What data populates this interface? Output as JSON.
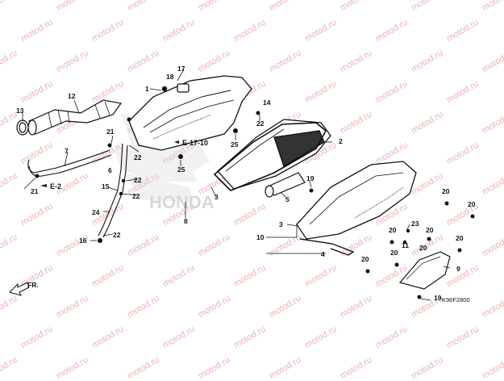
{
  "watermark": "motod.ru",
  "brand_watermark": "HONDA",
  "part_labels": [
    "1",
    "2",
    "3",
    "3",
    "4",
    "5",
    "6",
    "7",
    "8",
    "9",
    "10",
    "11",
    "12",
    "13",
    "14",
    "15",
    "16",
    "17",
    "18",
    "19",
    "19",
    "20",
    "20",
    "20",
    "20",
    "20",
    "20",
    "20",
    "20",
    "21",
    "21",
    "22",
    "22",
    "22",
    "22",
    "22",
    "23",
    "24",
    "25",
    "25"
  ],
  "references": {
    "e17": "E-17-10",
    "e2": "E-2"
  },
  "direction": "FR.",
  "diagram_code": "K96F2800"
}
